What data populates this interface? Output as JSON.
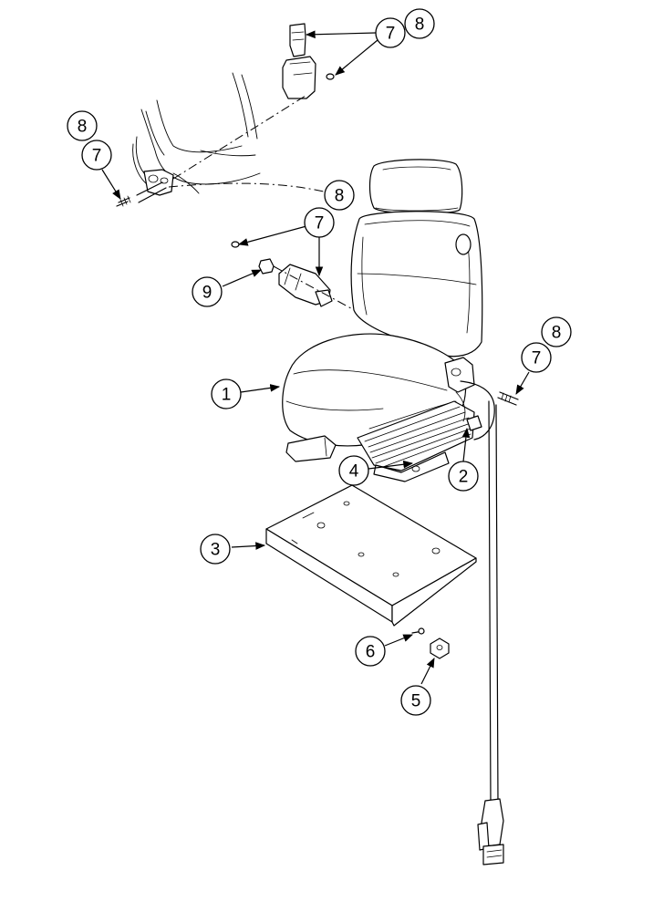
{
  "callouts": {
    "c1": "1",
    "c2": "2",
    "c3": "3",
    "c4": "4",
    "c5": "5",
    "c6": "6",
    "c7_top": "7",
    "c8_top": "8",
    "c8_left": "8",
    "c7_left": "7",
    "c8_mid": "8",
    "c7_mid": "7",
    "c9": "9",
    "c8_right": "8",
    "c7_right": "7"
  }
}
